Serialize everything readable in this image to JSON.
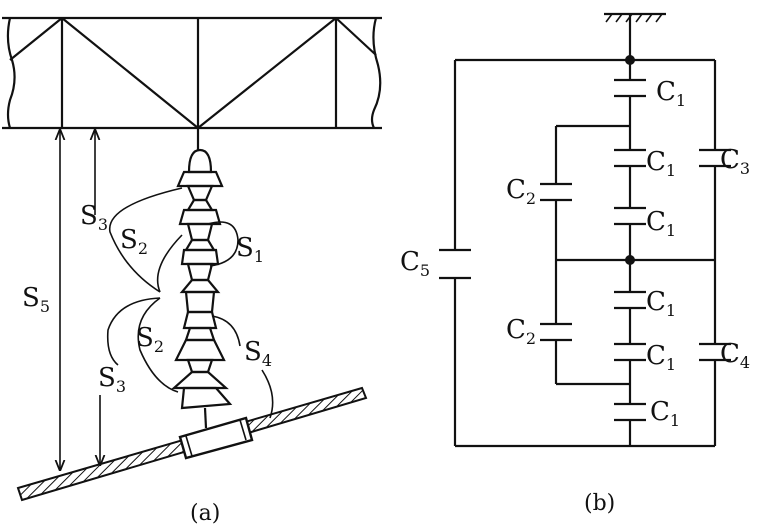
{
  "figure_a": {
    "caption": "(a)",
    "labels": {
      "s5": "S",
      "s5_sub": "5",
      "s3_top": "S",
      "s3_top_sub": "3",
      "s3_bottom": "S",
      "s3_bottom_sub": "3",
      "s2_top": "S",
      "s2_top_sub": "2",
      "s2_bottom": "S",
      "s2_bottom_sub": "2",
      "s1": "S",
      "s1_sub": "1",
      "s4": "S",
      "s4_sub": "4"
    }
  },
  "figure_b": {
    "caption": "(b)",
    "labels": {
      "c1_a": "C",
      "c1_a_sub": "1",
      "c1_b": "C",
      "c1_b_sub": "1",
      "c1_c": "C",
      "c1_c_sub": "1",
      "c1_d": "C",
      "c1_d_sub": "1",
      "c1_e": "C",
      "c1_e_sub": "1",
      "c1_f": "C",
      "c1_f_sub": "1",
      "c2_top": "C",
      "c2_top_sub": "2",
      "c2_bottom": "C",
      "c2_bottom_sub": "2",
      "c3": "C",
      "c3_sub": "3",
      "c4": "C",
      "c4_sub": "4",
      "c5": "C",
      "c5_sub": "5"
    }
  }
}
